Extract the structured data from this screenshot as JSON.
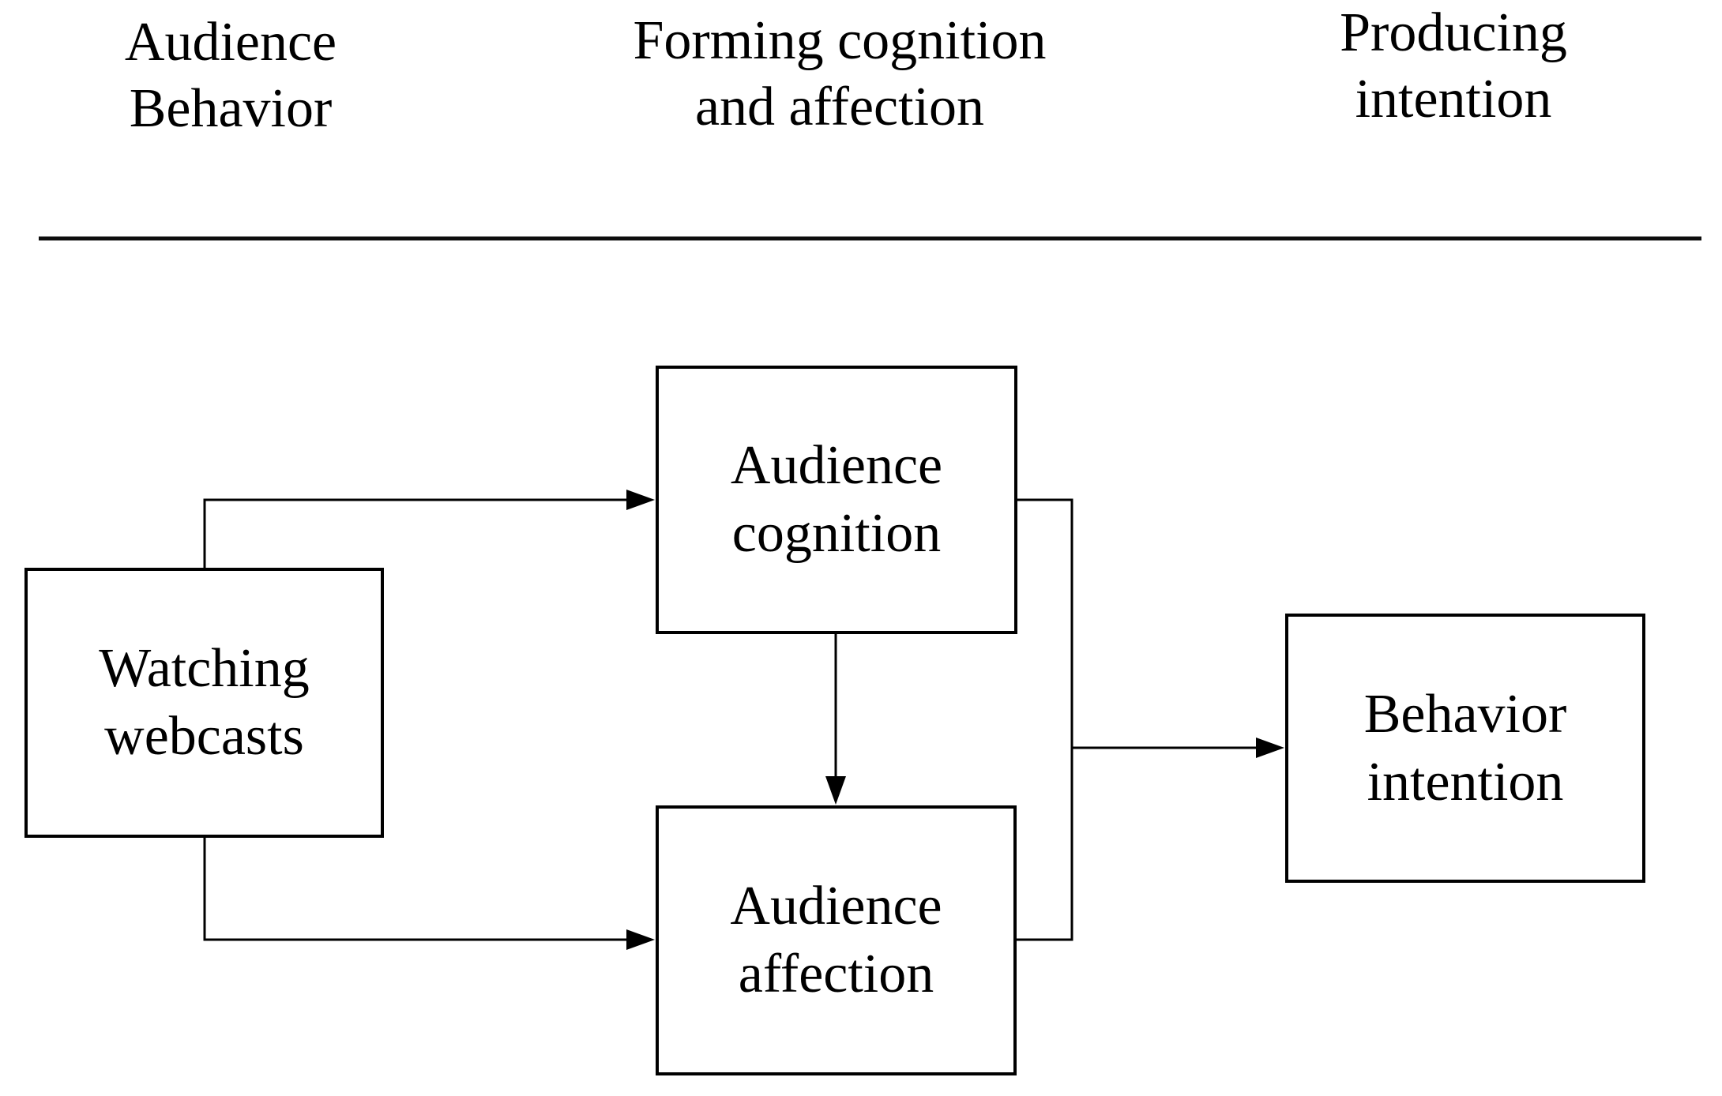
{
  "diagram": {
    "title_columns": [
      {
        "line1": "Audience",
        "line2": "Behavior"
      },
      {
        "line1": "Forming cognition",
        "line2": "and affection"
      },
      {
        "line1": "Producing",
        "line2": "intention"
      }
    ],
    "nodes": [
      {
        "id": "watching-webcasts",
        "line1": "Watching",
        "line2": "webcasts"
      },
      {
        "id": "audience-cognition",
        "line1": "Audience",
        "line2": "cognition"
      },
      {
        "id": "audience-affection",
        "line1": "Audience",
        "line2": "affection"
      },
      {
        "id": "behavior-intention",
        "line1": "Behavior",
        "line2": "intention"
      }
    ],
    "edges": [
      {
        "from": "watching-webcasts",
        "to": "audience-cognition"
      },
      {
        "from": "watching-webcasts",
        "to": "audience-affection"
      },
      {
        "from": "audience-cognition",
        "to": "audience-affection"
      },
      {
        "from": "audience-cognition",
        "to": "behavior-intention"
      },
      {
        "from": "audience-affection",
        "to": "behavior-intention"
      }
    ],
    "colors": {
      "line": "#000000",
      "text": "#000000",
      "background": "#ffffff"
    }
  }
}
